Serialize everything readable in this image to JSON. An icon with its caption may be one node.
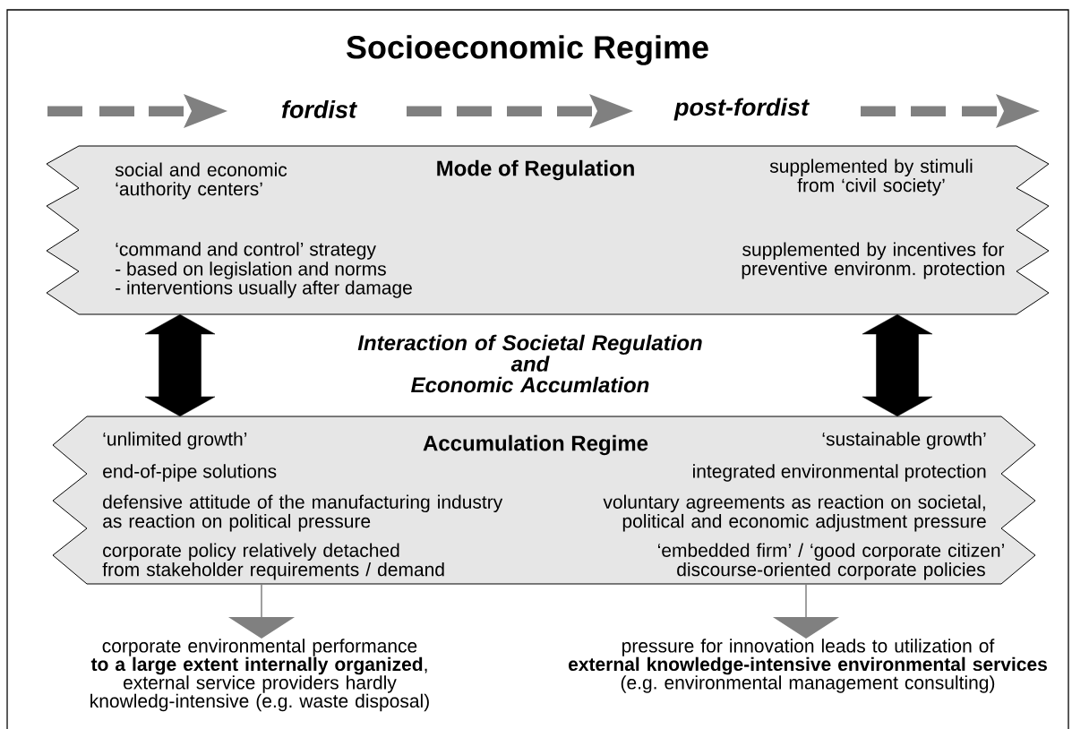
{
  "diagram": {
    "title": "Socioeconomic Regime",
    "nodes": [
      {
        "text": [
          "social and economic ‘authority centers’",
          "Mode of Regulation",
          "supplemented by stimuli from ‘civil society’",
          "‘command and control’ strategy",
          "- based on legislation and norms",
          "- interventions usually after damage",
          "supplemented by incentives for preventive environm. protection"
        ]
      },
      {
        "text": [
          "‘unlimited growth’",
          "Accumulation Regime",
          "‘sustainable growth’",
          "end-of-pipe solutions",
          "integrated environmental protection",
          "defensive attitude of the manufacturing industry as reaction on political pressure",
          "voluntary agreements as reaction on societal, political and economic adjustment pressure",
          "corporate policy relatively detached from stakeholder requirements / demand",
          "‘embedded firm’ / ‘good corporate citizen’ discourse-oriented corporate policies"
        ]
      },
      {
        "text": [
          "corporate environmental performance **to a large extent internally organized**, external service providers hardly knowledg-intensive (e.g. waste disposal)"
        ]
      },
      {
        "text": [
          "pressure for innovation leads to utilization of **external knowledge-intensive environmental services** (e.g. environmental management consulting)"
        ]
      }
    ],
    "edges": [
      {
        "from": 0,
        "to": 1,
        "arrow": "both",
        "style": "thick"
      },
      {
        "from": 0,
        "to": 1,
        "arrow": "both",
        "style": "thick"
      },
      {
        "from": 1,
        "to": 2,
        "arrow": "to",
        "color": "#808080"
      },
      {
        "from": 1,
        "to": 3,
        "arrow": "to",
        "color": "#808080"
      }
    ],
    "labels": [
      "fordist",
      "post-fordist",
      "Interaction of Societal Regulation and Economic Accumlation"
    ]
  }
}
